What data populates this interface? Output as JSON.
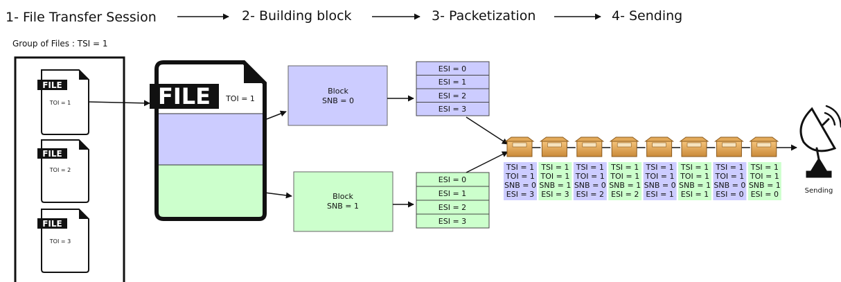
{
  "steps": [
    "1- File Transfer Session",
    "2- Building block",
    "3- Packetization",
    "4- Sending"
  ],
  "group_label": "Group of Files : TSI = 1",
  "file_badge": "FILE",
  "files": [
    {
      "toi": "TOI = 1"
    },
    {
      "toi": "TOI = 2"
    },
    {
      "toi": "TOI = 3"
    }
  ],
  "big_file": {
    "badge": "FILE",
    "toi": "TOI = 1"
  },
  "blocks": [
    {
      "line1": "Block",
      "line2": "SNB = 0",
      "color": "#ccccff"
    },
    {
      "line1": "Block",
      "line2": "SNB = 1",
      "color": "#ccffcc"
    }
  ],
  "esi_lists": [
    [
      "ESI = 0",
      "ESI = 1",
      "ESI = 2",
      "ESI = 3"
    ],
    [
      "ESI = 0",
      "ESI = 1",
      "ESI = 2",
      "ESI = 3"
    ]
  ],
  "packets": [
    {
      "tsi": "TSI = 1",
      "toi": "TOI = 1",
      "snb": "SNB = 0",
      "esi": "ESI = 3"
    },
    {
      "tsi": "TSI = 1",
      "toi": "TOI = 1",
      "snb": "SNB = 1",
      "esi": "ESI = 3"
    },
    {
      "tsi": "TSI = 1",
      "toi": "TOI = 1",
      "snb": "SNB = 0",
      "esi": "ESI = 2"
    },
    {
      "tsi": "TSI = 1",
      "toi": "TOI = 1",
      "snb": "SNB = 1",
      "esi": "ESI = 2"
    },
    {
      "tsi": "TSI = 1",
      "toi": "TOI = 1",
      "snb": "SNB = 0",
      "esi": "ESI = 1"
    },
    {
      "tsi": "TSI = 1",
      "toi": "TOI = 1",
      "snb": "SNB = 1",
      "esi": "ESI = 1"
    },
    {
      "tsi": "TSI = 1",
      "toi": "TOI = 1",
      "snb": "SNB = 0",
      "esi": "ESI = 0"
    },
    {
      "tsi": "TSI = 1",
      "toi": "TOI = 1",
      "snb": "SNB = 1",
      "esi": "ESI = 0"
    }
  ],
  "packet_colors": {
    "snb0": "#ccccff",
    "snb1": "#ccffcc"
  },
  "icons": {
    "packet": "package-box-icon",
    "antenna": "satellite-dish-icon",
    "document": "document-icon"
  },
  "sending_label": "Sending"
}
